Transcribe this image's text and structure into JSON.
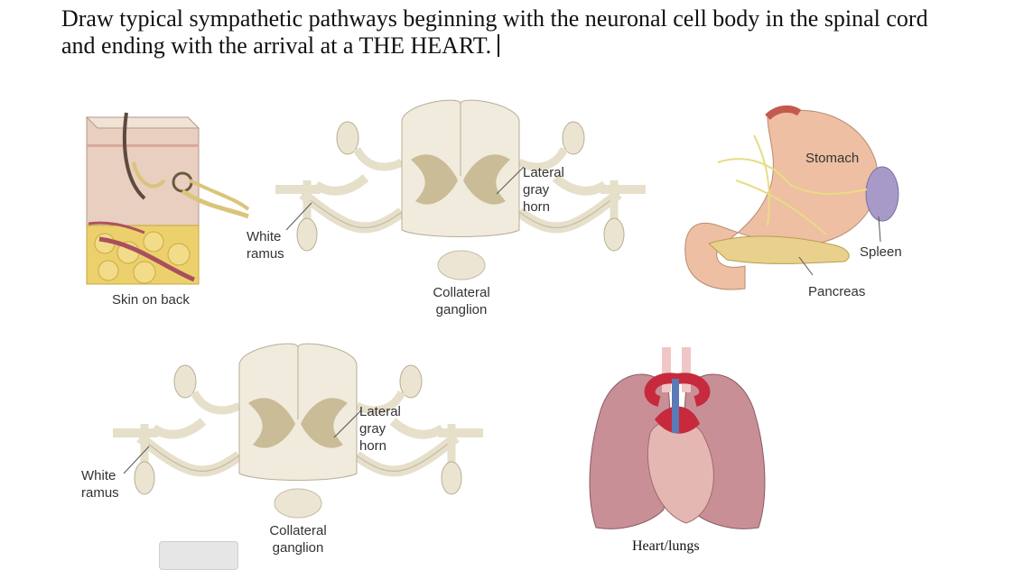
{
  "question": {
    "text": "Draw typical sympathetic pathways beginning with the neuronal cell body in the spinal cord and ending with the arrival at a THE HEART."
  },
  "labels": {
    "skin_on_back": "Skin on back",
    "white_ramus_top": "White\nramus",
    "lateral_gray_horn_top": "Lateral\ngray\nhorn",
    "collateral_ganglion_top": "Collateral\nganglion",
    "stomach": "Stomach",
    "spleen": "Spleen",
    "pancreas": "Pancreas",
    "white_ramus_bottom": "White\nramus",
    "lateral_gray_horn_bottom": "Lateral\ngray\nhorn",
    "collateral_ganglion_bottom": "Collateral\nganglion",
    "heart_lungs": "Heart/lungs"
  }
}
